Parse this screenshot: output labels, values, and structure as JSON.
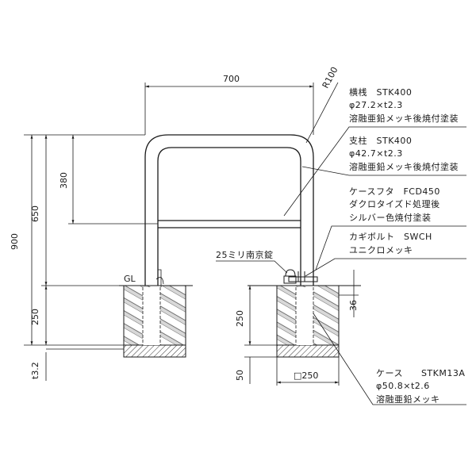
{
  "dimensions": {
    "width_top": "700",
    "radius": "R100",
    "h_total": "900",
    "h_above": "650",
    "h_mid": "380",
    "h_below": "250",
    "t_plate": "t3.2",
    "h_foundation_right": "250",
    "h_base": "50",
    "h_cap": "36",
    "square": "□250"
  },
  "labels": {
    "gl": "GL",
    "lock": "25ミリ南京錠"
  },
  "notes": {
    "rail": {
      "title": "横桟　STK400",
      "spec": "φ27.2×t2.3",
      "finish": "溶融亜鉛メッキ後焼付塗装"
    },
    "post": {
      "title": "支柱　STK400",
      "spec": "φ42.7×t2.3",
      "finish": "溶融亜鉛メッキ後焼付塗装"
    },
    "lid": {
      "title": "ケースフタ　FCD450",
      "spec": "ダクロタイズド処理後",
      "finish": "シルバー色焼付塗装"
    },
    "bolt": {
      "title": "カギボルト　SWCH",
      "finish": "ユニクロメッキ"
    },
    "case": {
      "title": "ケース　　STKM13A",
      "spec": "φ50.8×t2.6",
      "finish": "溶融亜鉛メッキ"
    }
  }
}
